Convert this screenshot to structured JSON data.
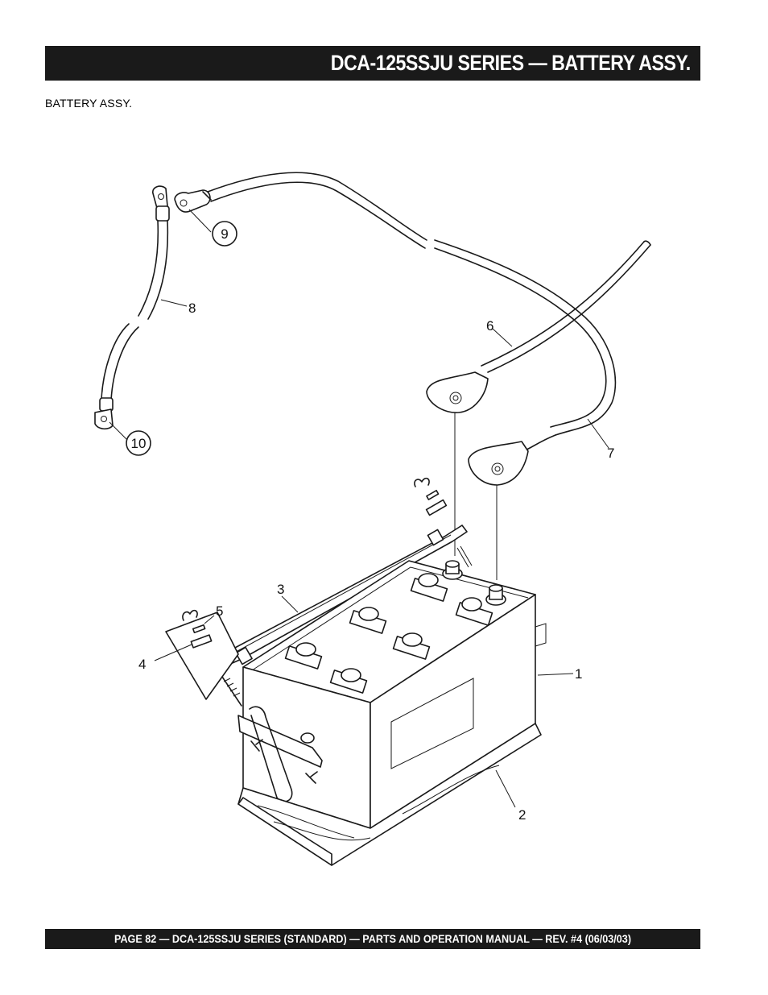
{
  "header": {
    "title": "DCA-125SSJU SERIES — BATTERY ASSY."
  },
  "section": {
    "label": "BATTERY ASSY."
  },
  "callouts": {
    "c1": "1",
    "c2": "2",
    "c3": "3",
    "c4": "4",
    "c5": "5",
    "c6": "6",
    "c7": "7",
    "c8": "8",
    "c9": "9",
    "c10": "10"
  },
  "footer": {
    "text": "PAGE 82 — DCA-125SSJU SERIES (STANDARD) — PARTS AND OPERATION MANUAL  — REV. #4  (06/03/03)"
  }
}
